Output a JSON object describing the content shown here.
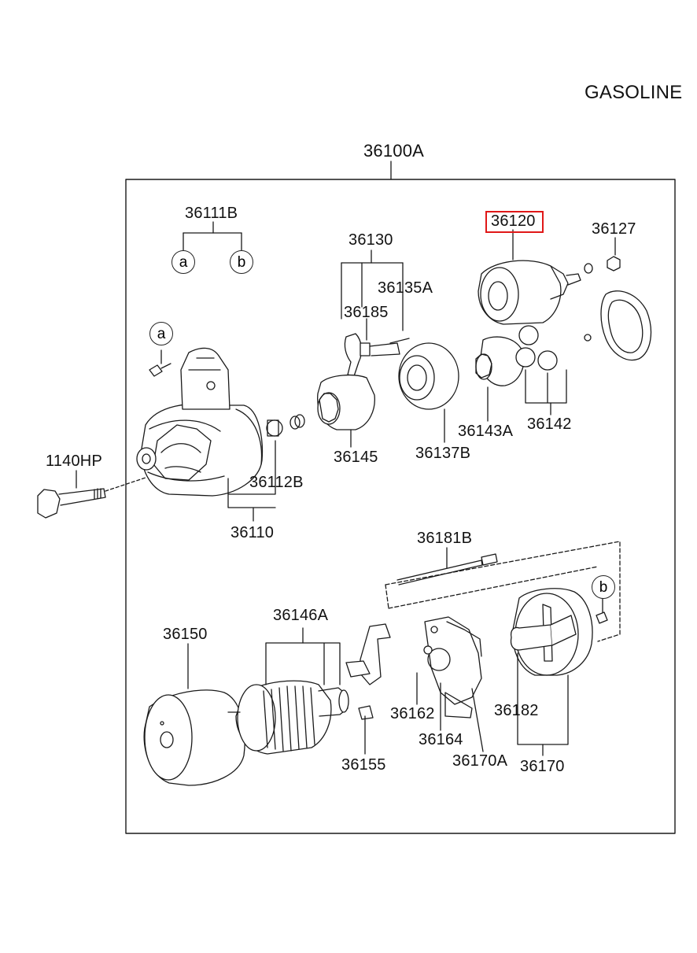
{
  "header": {
    "variant": "GASOLINE"
  },
  "assembly": {
    "part_no": "36100A"
  },
  "callouts": {
    "a1": "a",
    "b1": "b",
    "a2": "a",
    "b2": "b"
  },
  "parts": {
    "p36111B": "36111B",
    "p36130": "36130",
    "p36135A": "36135A",
    "p36185": "36185",
    "p36120": "36120",
    "p36127": "36127",
    "p1140HP": "1140HP",
    "p36112B": "36112B",
    "p36110": "36110",
    "p36145": "36145",
    "p36137B": "36137B",
    "p36143A": "36143A",
    "p36142": "36142",
    "p36181B": "36181B",
    "p36150": "36150",
    "p36146A": "36146A",
    "p36155": "36155",
    "p36162": "36162",
    "p36164": "36164",
    "p36170A": "36170A",
    "p36182": "36182",
    "p36170": "36170"
  },
  "highlight": {
    "part_no": "36120",
    "color": "#e01818"
  }
}
